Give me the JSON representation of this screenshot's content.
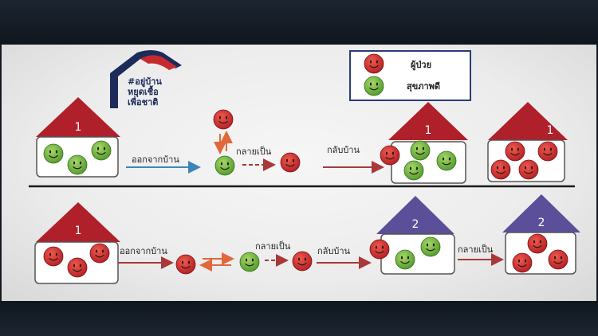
{
  "logo": {
    "line1": "#อยู่บ้าน",
    "line2": "หยุดเชื้อ",
    "line3": "เพื่อชาติ"
  },
  "legend": {
    "sick": "ผู้ป่วย",
    "healthy": "สุขภาพดี"
  },
  "row1": {
    "house_a": "1",
    "leave_home": "ออกจากบ้าน",
    "become": "กลายเป็น",
    "return_home": "กลับบ้าน",
    "house_b": "1",
    "house_c": "1"
  },
  "row2": {
    "house_a": "1",
    "leave_home": "ออกจากบ้าน",
    "become": "กลายเป็น",
    "return_home": "กลับบ้าน",
    "house_b": "2",
    "become2": "กลายเป็น",
    "house_c": "2"
  },
  "colors": {
    "sick": "#c8262b",
    "healthy": "#6cb23a",
    "roof_red": "#b0202a",
    "roof_purple": "#5b4f9a",
    "arrow_blue": "#3f86b8",
    "arrow_brown": "#a8383a",
    "arrow_orange": "#e0683a"
  }
}
